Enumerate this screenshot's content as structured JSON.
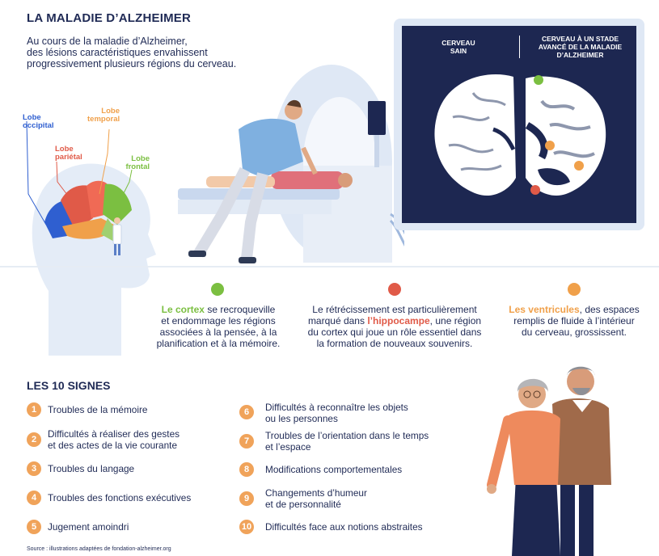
{
  "title": "LA MALADIE D’ALZHEIMER",
  "intro": [
    "Au cours de la maladie d’Alzheimer,",
    "des lésions caractéristiques envahissent",
    "progressivement plusieurs régions du cerveau."
  ],
  "lobes": {
    "occipital": [
      "Lobe",
      "occipital"
    ],
    "parietal": [
      "Lobe",
      "pariétal"
    ],
    "temporal": [
      "Lobe",
      "temporal"
    ],
    "frontal": [
      "Lobe",
      "frontal"
    ]
  },
  "screen": {
    "healthy": [
      "CERVEAU",
      "SAIN"
    ],
    "advanced": [
      "CERVEAU À UN STADE",
      "AVANCÉ DE LA MALADIE",
      "D’ALZHEIMER"
    ]
  },
  "captions": {
    "cortex": {
      "highlight": "Le cortex",
      "lines": [
        " se recroqueville",
        "et endommage les régions",
        "associées à la pensée, à la",
        "planification et à la mémoire."
      ]
    },
    "hippocampe": {
      "line1": "Le rétrécissement est particulièrement",
      "pre": "marqué dans ",
      "highlight": "l’hippocampe",
      "post": ", une région",
      "line3": "du cortex qui joue un rôle essentiel dans",
      "line4": "la formation de nouveaux souvenirs."
    },
    "ventricules": {
      "highlight": "Les ventricules",
      "lines": [
        ", des espaces",
        "remplis de fluide à l’intérieur",
        "du cerveau, grossissent."
      ]
    }
  },
  "signs_title": "LES 10 SIGNES",
  "signs": [
    {
      "n": "1",
      "lines": [
        "Troubles de la mémoire"
      ]
    },
    {
      "n": "2",
      "lines": [
        "Difficultés à réaliser des gestes",
        "et des actes de la vie courante"
      ]
    },
    {
      "n": "3",
      "lines": [
        "Troubles du langage"
      ]
    },
    {
      "n": "4",
      "lines": [
        "Troubles des fonctions exécutives"
      ]
    },
    {
      "n": "5",
      "lines": [
        "Jugement amoindri"
      ]
    },
    {
      "n": "6",
      "lines": [
        "Difficultés à reconnaître les objets",
        "ou les personnes"
      ]
    },
    {
      "n": "7",
      "lines": [
        "Troubles de l’orientation dans le temps",
        "et l’espace"
      ]
    },
    {
      "n": "8",
      "lines": [
        "Modifications comportementales"
      ]
    },
    {
      "n": "9",
      "lines": [
        "Changements d’humeur",
        "et de personnalité"
      ]
    },
    {
      "n": "10",
      "lines": [
        "Difficultés face aux notions abstraites"
      ]
    }
  ],
  "source": "Source : illustrations adaptées de fondation-alzheimer.org",
  "colors": {
    "navy": "#1f2a55",
    "green": "#7bbf41",
    "red": "#e05a48",
    "orange": "#f0a04a",
    "light_blue": "#dfe8f5"
  }
}
